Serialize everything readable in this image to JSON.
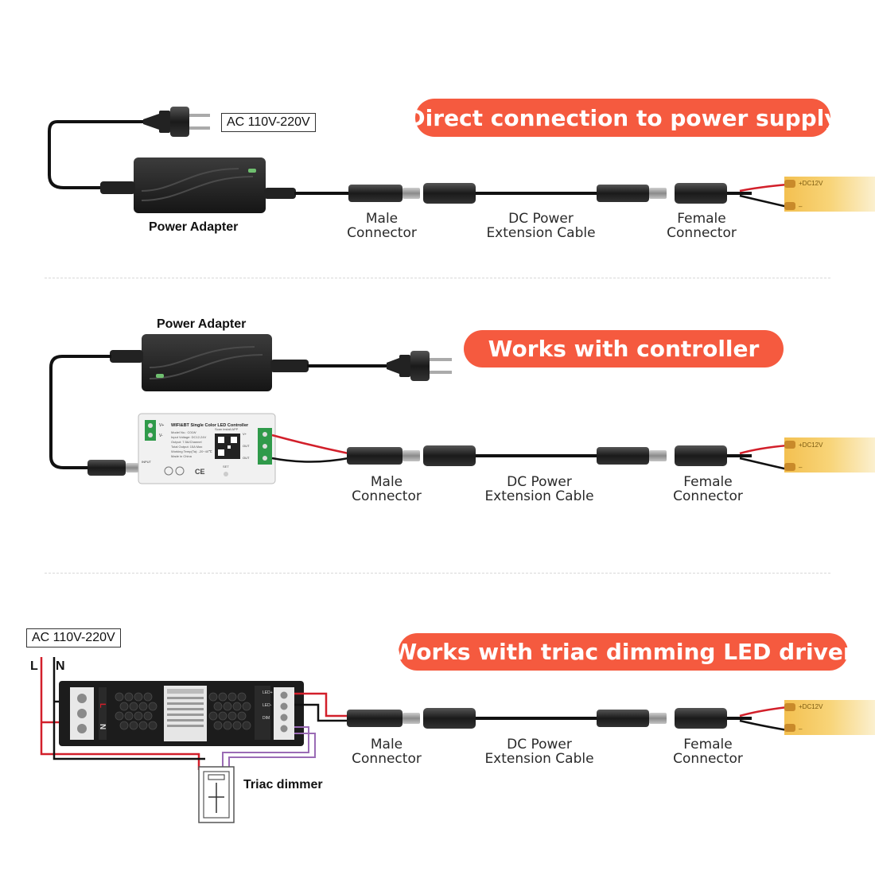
{
  "sections": [
    {
      "title": "Direct connection to power supply",
      "ac_label": "AC 110V-220V",
      "adapter_label": "Power Adapter",
      "male_label": [
        "Male",
        "Connector"
      ],
      "cable_label": [
        "DC Power",
        "Extension Cable"
      ],
      "female_label": [
        "Female",
        "Connector"
      ],
      "strip_label": "+DC12V"
    },
    {
      "title": "Works with controller",
      "adapter_label": "Power Adapter",
      "controller": {
        "title": "WIFI&BT Single Color LED Controller",
        "lines": [
          "Model No.: C01W",
          "Input Voltage: DC12-24V",
          "Output: 7.5A/Channel",
          "Total Output: 15A Max",
          "Working Temp(Ta): -20~40℃",
          "Made in China"
        ],
        "scan_text": "Scan install APP",
        "set_label": "SET",
        "left_terminals": [
          "V+",
          "V-"
        ],
        "right_terminals": [
          "V+",
          "OUT",
          "OUT"
        ],
        "input_label": "INPUT",
        "ce_mark": "CE"
      },
      "male_label": [
        "Male",
        "Connector"
      ],
      "cable_label": [
        "DC Power",
        "Extension Cable"
      ],
      "female_label": [
        "Female",
        "Connector"
      ],
      "strip_label": "+DC12V"
    },
    {
      "title": "Works with triac dimming LED driver",
      "ac_label": "AC 110V-220V",
      "l_label": "L",
      "n_label": "N",
      "dimmer_label": "Triac dimmer",
      "driver_terminals": [
        "L",
        "N"
      ],
      "driver_out_terminals": [
        "LED+",
        "LED-",
        "DIM"
      ],
      "male_label": [
        "Male",
        "Connector"
      ],
      "cable_label": [
        "DC Power",
        "Extension Cable"
      ],
      "female_label": [
        "Female",
        "Connector"
      ],
      "strip_label": "+DC12V"
    }
  ],
  "colors": {
    "accent": "#f55a3f",
    "cable": "#111111",
    "red_wire": "#d21f2a",
    "purple_wire": "#9a6bb5",
    "strip": "#f6c85c"
  }
}
